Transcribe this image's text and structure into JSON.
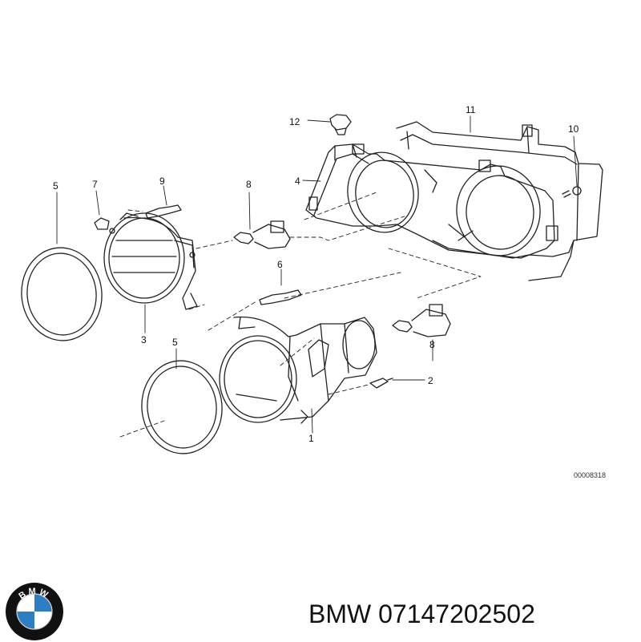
{
  "diagram": {
    "callouts": [
      {
        "id": "c1",
        "label": "1"
      },
      {
        "id": "c2",
        "label": "2"
      },
      {
        "id": "c3",
        "label": "3"
      },
      {
        "id": "c4",
        "label": "4"
      },
      {
        "id": "c5a",
        "label": "5"
      },
      {
        "id": "c5b",
        "label": "5"
      },
      {
        "id": "c6",
        "label": "6"
      },
      {
        "id": "c7",
        "label": "7"
      },
      {
        "id": "c8a",
        "label": "8"
      },
      {
        "id": "c8b",
        "label": "8"
      },
      {
        "id": "c9",
        "label": "9"
      },
      {
        "id": "c10",
        "label": "10"
      },
      {
        "id": "c11",
        "label": "11"
      },
      {
        "id": "c12",
        "label": "12"
      }
    ],
    "reference_number": "00008318"
  },
  "logo": {
    "text": "BMW",
    "colors": {
      "ring": "#111111",
      "blue": "#2f7ec1",
      "white": "#ffffff"
    }
  },
  "caption": "BMW 07147202502"
}
